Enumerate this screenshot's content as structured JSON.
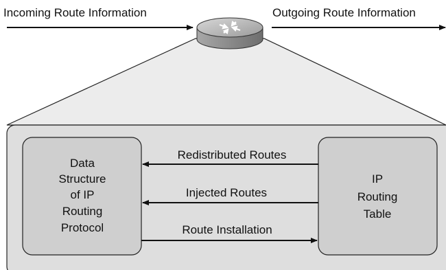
{
  "header": {
    "incoming_label": "Incoming Route Information",
    "outgoing_label": "Outgoing Route Information"
  },
  "left_box": {
    "lines": [
      "Data",
      "Structure",
      "of IP",
      "Routing",
      "Protocol"
    ]
  },
  "right_box": {
    "lines": [
      "IP",
      "Routing",
      "Table"
    ]
  },
  "arrows": {
    "redistributed": "Redistributed Routes",
    "injected": "Injected Routes",
    "installation": "Route Installation"
  },
  "colors": {
    "panel_fill": "#dedede",
    "box_fill": "#cfcfcf",
    "router_top": "#b8b8b8",
    "router_side": "#8f8f8f",
    "stroke": "#222222"
  },
  "icons": {
    "router": "router-icon"
  }
}
